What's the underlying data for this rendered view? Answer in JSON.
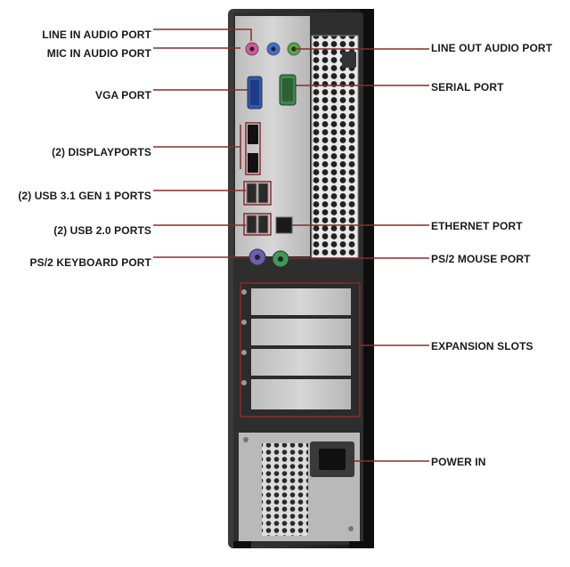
{
  "labels_left": [
    {
      "id": "line-in",
      "text": "LINE IN AUDIO PORT"
    },
    {
      "id": "mic-in",
      "text": "MIC IN AUDIO PORT"
    },
    {
      "id": "vga",
      "text": "VGA PORT"
    },
    {
      "id": "displayports",
      "text": "(2) DISPLAYPORTS"
    },
    {
      "id": "usb31",
      "text": "(2) USB 3.1 GEN 1 PORTS"
    },
    {
      "id": "usb20",
      "text": "(2) USB 2.0 PORTS"
    },
    {
      "id": "ps2-keyboard",
      "text": "PS/2 KEYBOARD PORT"
    }
  ],
  "labels_right": [
    {
      "id": "line-out",
      "text": "LINE OUT AUDIO PORT"
    },
    {
      "id": "serial",
      "text": "SERIAL PORT"
    },
    {
      "id": "ethernet",
      "text": "ETHERNET PORT"
    },
    {
      "id": "ps2-mouse",
      "text": "PS/2 MOUSE PORT"
    },
    {
      "id": "expansion",
      "text": "EXPANSION SLOTS"
    },
    {
      "id": "power-in",
      "text": "POWER IN"
    }
  ],
  "colors": {
    "leader_line": "#8b2a2a",
    "case_body": "#1d1d1d",
    "panel": "#c9c9c9",
    "audio_pink": "#d9559b",
    "audio_blue": "#3d6fd0",
    "audio_green": "#55a83a",
    "vga_blue": "#2f58b4",
    "serial_green": "#3c8a4a",
    "ps2_purple": "#6b5fb0",
    "ps2_green": "#3c9a55"
  }
}
